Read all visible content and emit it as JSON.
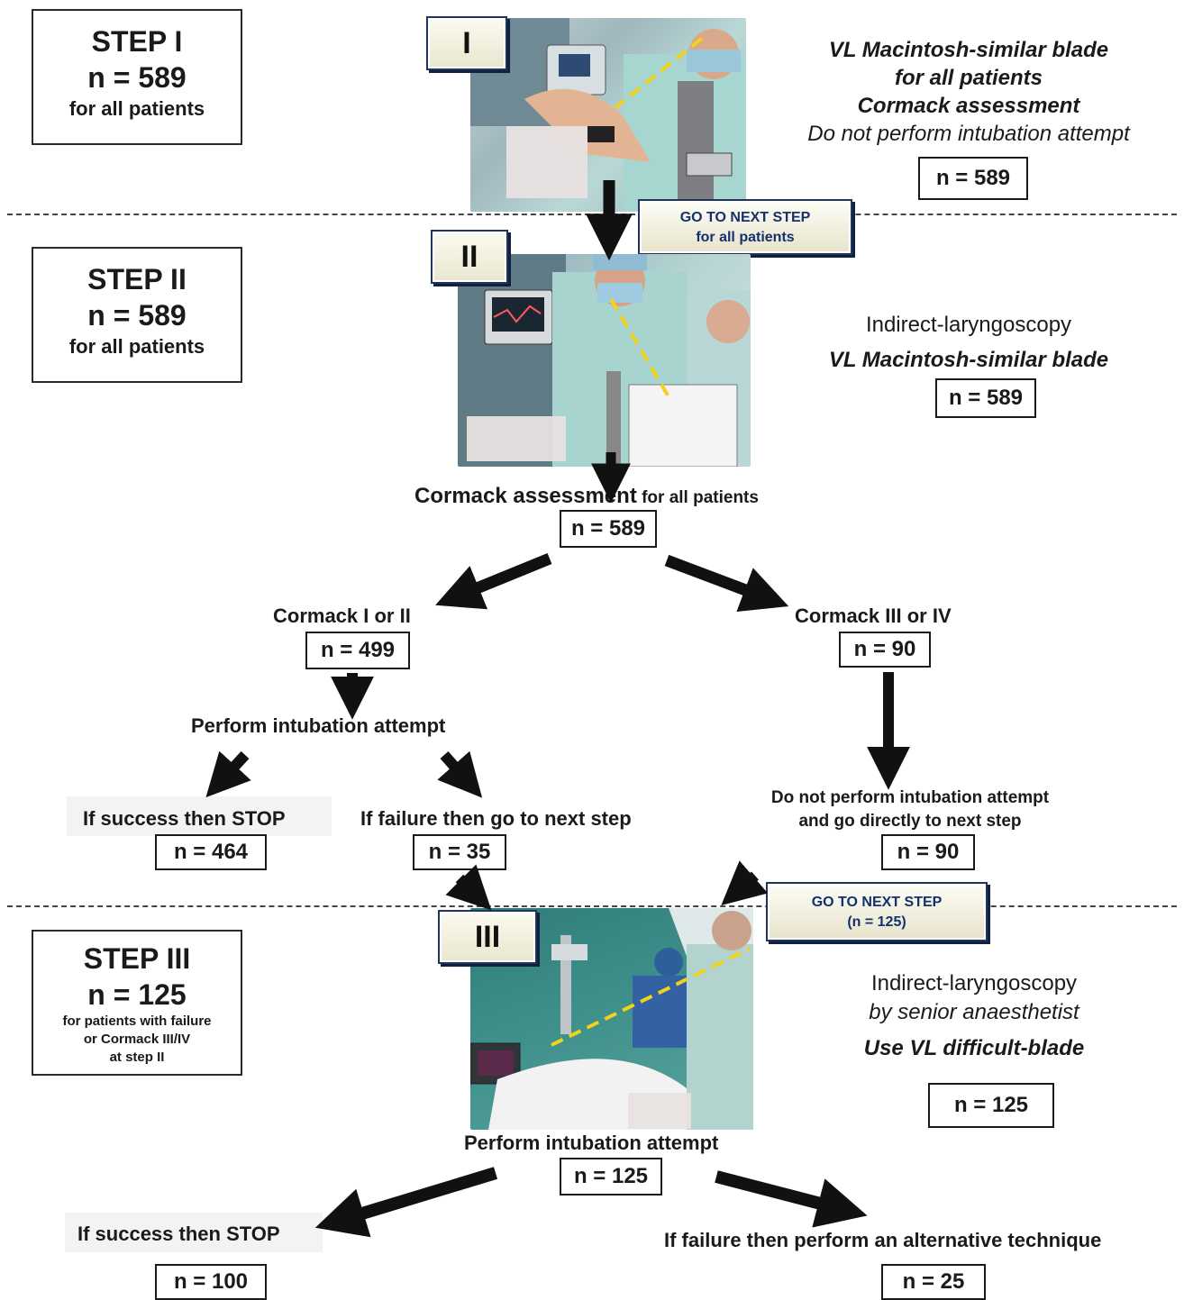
{
  "step1": {
    "title": "STEP I",
    "n": "n = 589",
    "sub": "for all patients",
    "roman": "I",
    "desc": [
      "VL Macintosh-similar blade",
      "for all patients",
      "Cormack assessment",
      "Do not perform intubation attempt"
    ],
    "desc_n": "n = 589"
  },
  "goto1": {
    "line1": "GO TO NEXT STEP",
    "line2": "for all patients"
  },
  "step2": {
    "title": "STEP II",
    "n": "n = 589",
    "sub": "for all patients",
    "roman": "II",
    "desc": [
      "Indirect-laryngoscopy",
      "VL Macintosh-similar blade"
    ],
    "desc_n": "n = 589"
  },
  "cormack": {
    "label_main": "Cormack assessment",
    "label_small": " for all patients",
    "n": "n = 589"
  },
  "left_branch": {
    "label": "Cormack I or II",
    "n": "n = 499",
    "action": "Perform intubation attempt",
    "success": "If success then STOP",
    "success_n": "n = 464",
    "failure": "If failure then go to next step",
    "failure_n": "n = 35"
  },
  "right_branch": {
    "label": "Cormack III or IV",
    "n": "n = 90",
    "action_line1": "Do not perform intubation attempt",
    "action_line2": "and go directly to next step",
    "action_n": "n = 90"
  },
  "goto2": {
    "line1": "GO TO NEXT STEP",
    "line2": "(n = 125)"
  },
  "step3": {
    "title": "STEP III",
    "n": "n = 125",
    "sub_lines": [
      "for patients with failure",
      "or Cormack III/IV",
      "at step II"
    ],
    "roman": "III",
    "desc": [
      "Indirect-laryngoscopy",
      "by senior anaesthetist",
      "Use VL difficult-blade"
    ],
    "desc_n": "n = 125",
    "action": "Perform intubation attempt",
    "action_n": "n = 125",
    "success": "If success then STOP",
    "success_n": "n = 100",
    "failure": "If failure then perform an alternative technique",
    "failure_n": "n = 25"
  },
  "colors": {
    "accent_yellow": "#f2d21a",
    "navy": "#14306e",
    "scrub_green": "#a8d4d0",
    "room_teal": "#3f8f8a"
  }
}
